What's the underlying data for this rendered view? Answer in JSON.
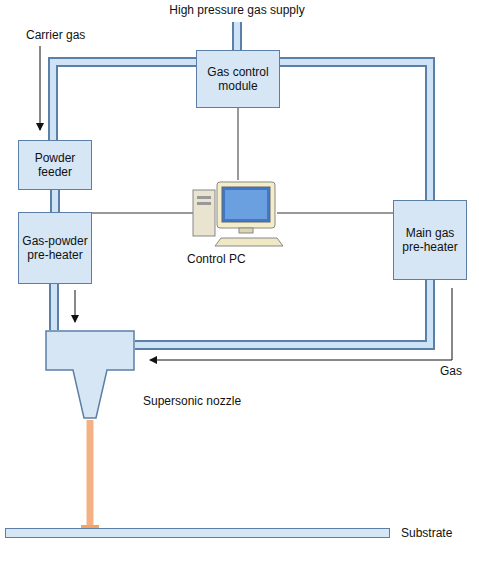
{
  "diagram": {
    "nodes": [
      {
        "text": [
          "Gas control module"
        ]
      },
      {
        "text": [
          "Powder feeder"
        ]
      },
      {
        "text": [
          "Gas-powder pre-heater"
        ]
      },
      {
        "text": [
          "Control PC"
        ]
      },
      {
        "text": [
          "Main gas pre-heater"
        ]
      },
      {
        "text": [
          "Supersonic nozzle"
        ]
      },
      {
        "text": [
          "Substrate"
        ]
      }
    ],
    "edges": [
      {
        "from": 0,
        "to": 1,
        "arrow": "none"
      },
      {
        "from": 1,
        "to": 2,
        "arrow": "none"
      },
      {
        "from": 2,
        "to": 5,
        "arrow": "none"
      },
      {
        "from": 0,
        "to": 4,
        "arrow": "none"
      },
      {
        "from": 4,
        "to": 5,
        "arrow": "none"
      },
      {
        "from": 3,
        "to": 0,
        "arrow": "none"
      },
      {
        "from": 3,
        "to": 2,
        "arrow": "none"
      },
      {
        "from": 3,
        "to": 4,
        "arrow": "none"
      },
      {
        "from": 5,
        "to": 6,
        "arrow": "none"
      }
    ],
    "labels": [
      "High pressure gas supply",
      "Carrier gas",
      "Gas"
    ]
  }
}
